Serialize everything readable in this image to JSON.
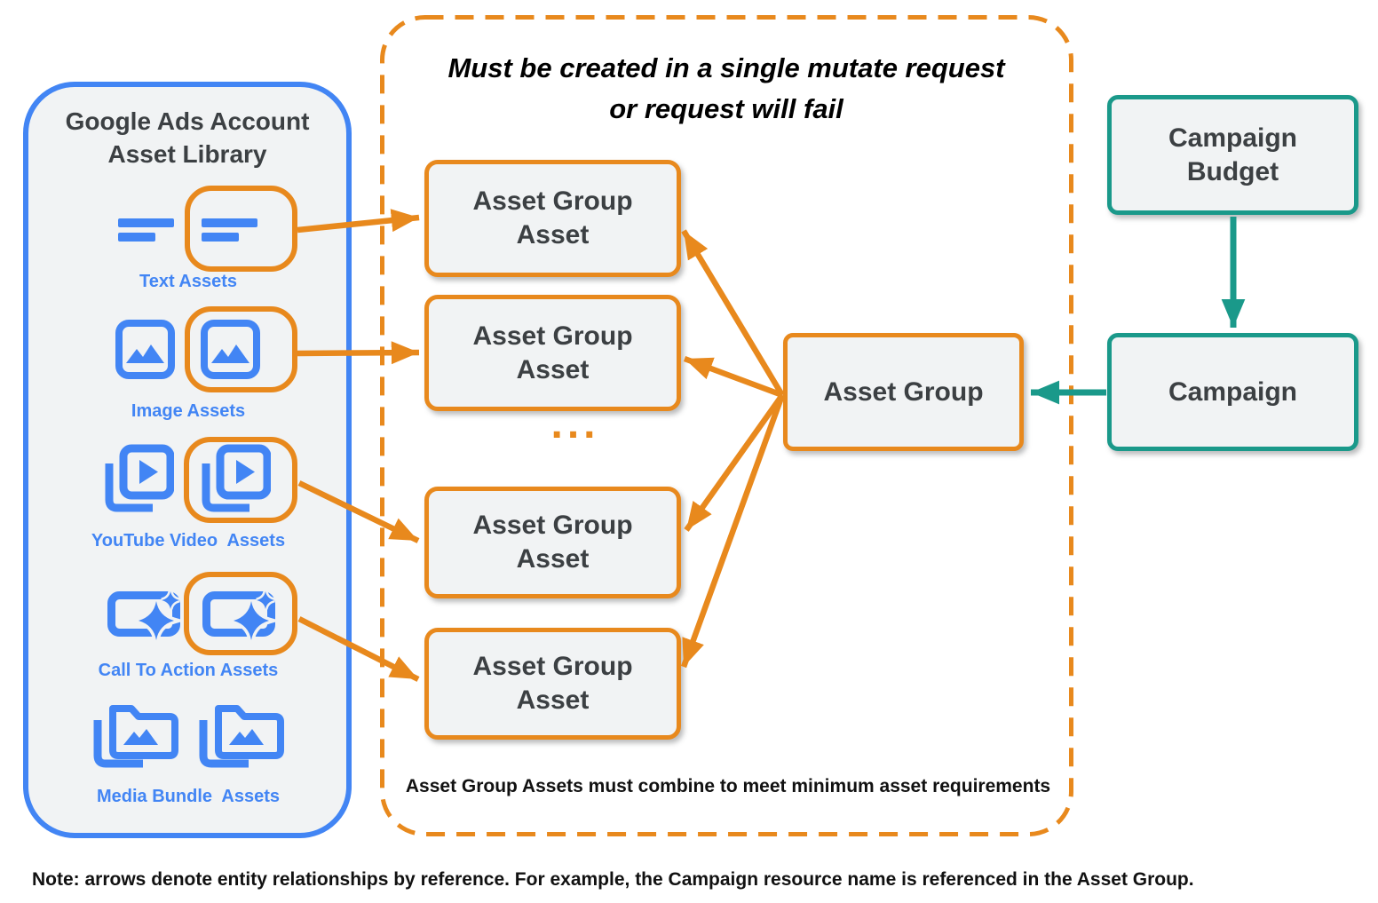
{
  "library": {
    "title": "Google Ads Account Asset Library",
    "items": [
      {
        "label": "Text Assets",
        "icon": "text-asset-icon"
      },
      {
        "label": "Image Assets",
        "icon": "image-asset-icon"
      },
      {
        "label": "YouTube Video  Assets",
        "icon": "youtube-video-asset-icon"
      },
      {
        "label": "Call To Action Assets",
        "icon": "call-to-action-asset-icon"
      },
      {
        "label": "Media Bundle  Assets",
        "icon": "media-bundle-asset-icon"
      }
    ]
  },
  "mutate_group": {
    "heading_line1": "Must be created in a single mutate request",
    "heading_line2": "or request will fail",
    "asset_group_asset_label": "Asset Group Asset",
    "ellipsis": "...",
    "footnote": "Asset Group Assets must combine to meet minimum asset requirements"
  },
  "nodes": {
    "asset_group": "Asset Group",
    "campaign_budget": "Campaign Budget",
    "campaign": "Campaign"
  },
  "note": "Note: arrows denote entity relationships by reference. For example, the Campaign resource name is referenced in the Asset Group.",
  "colors": {
    "orange": "#E8891D",
    "blue": "#4285F4",
    "teal": "#1A998A",
    "node_fill": "#F1F3F4",
    "text_dark": "#3C4043"
  }
}
